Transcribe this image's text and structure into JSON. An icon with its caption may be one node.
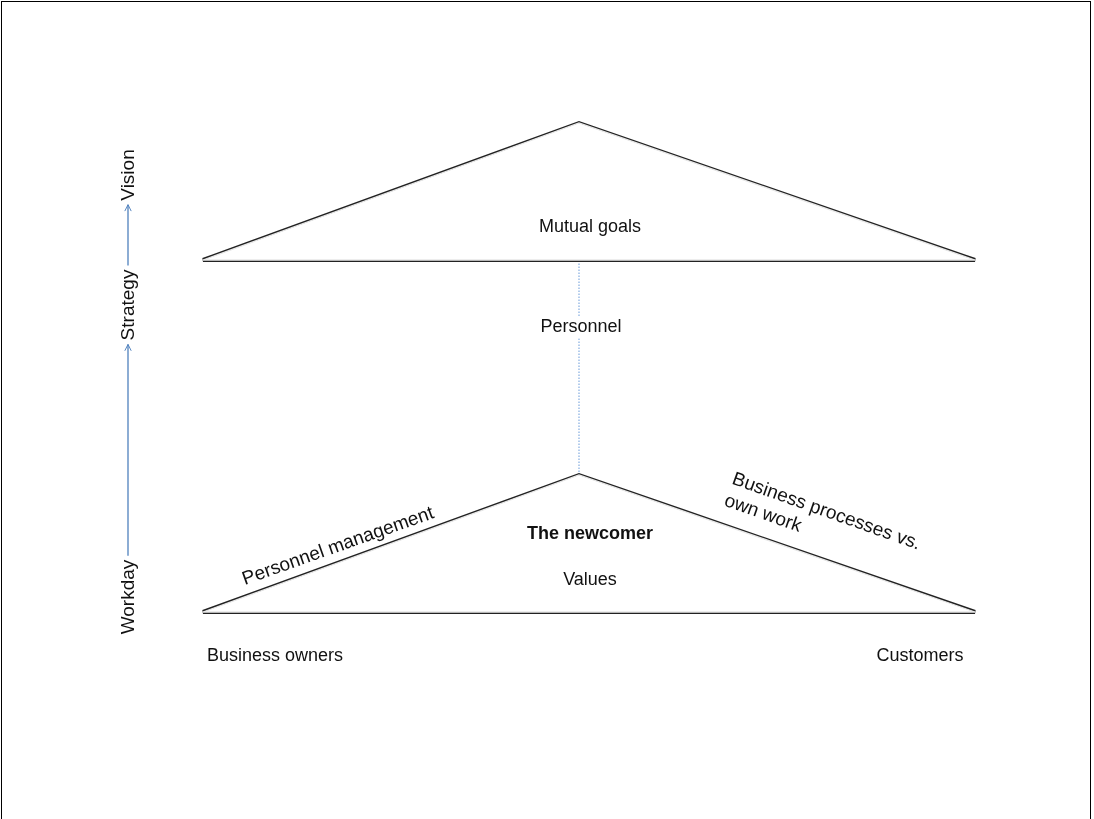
{
  "diagram": {
    "nodes": [
      {
        "text": [
          "Vision"
        ]
      },
      {
        "text": [
          "Mutual goals"
        ]
      },
      {
        "text": [
          "Strategy"
        ]
      },
      {
        "text": [
          "Workday"
        ]
      },
      {
        "text": [
          "The newcomer",
          "Values"
        ],
        "beside": [
          "Personnel management",
          "Business processes vs. own work"
        ]
      }
    ],
    "edges": [
      {
        "from": 3,
        "to": 2,
        "arrow": "to",
        "color": "#4f81bd"
      },
      {
        "from": 2,
        "to": 0,
        "arrow": "to",
        "color": "#4f81bd"
      },
      {
        "from": 4,
        "to": 1,
        "arrow": "to",
        "label": "Personnel",
        "style": "dashed",
        "color": "#8db3e2"
      }
    ],
    "labels": [
      "Business owners",
      "Customers"
    ]
  }
}
